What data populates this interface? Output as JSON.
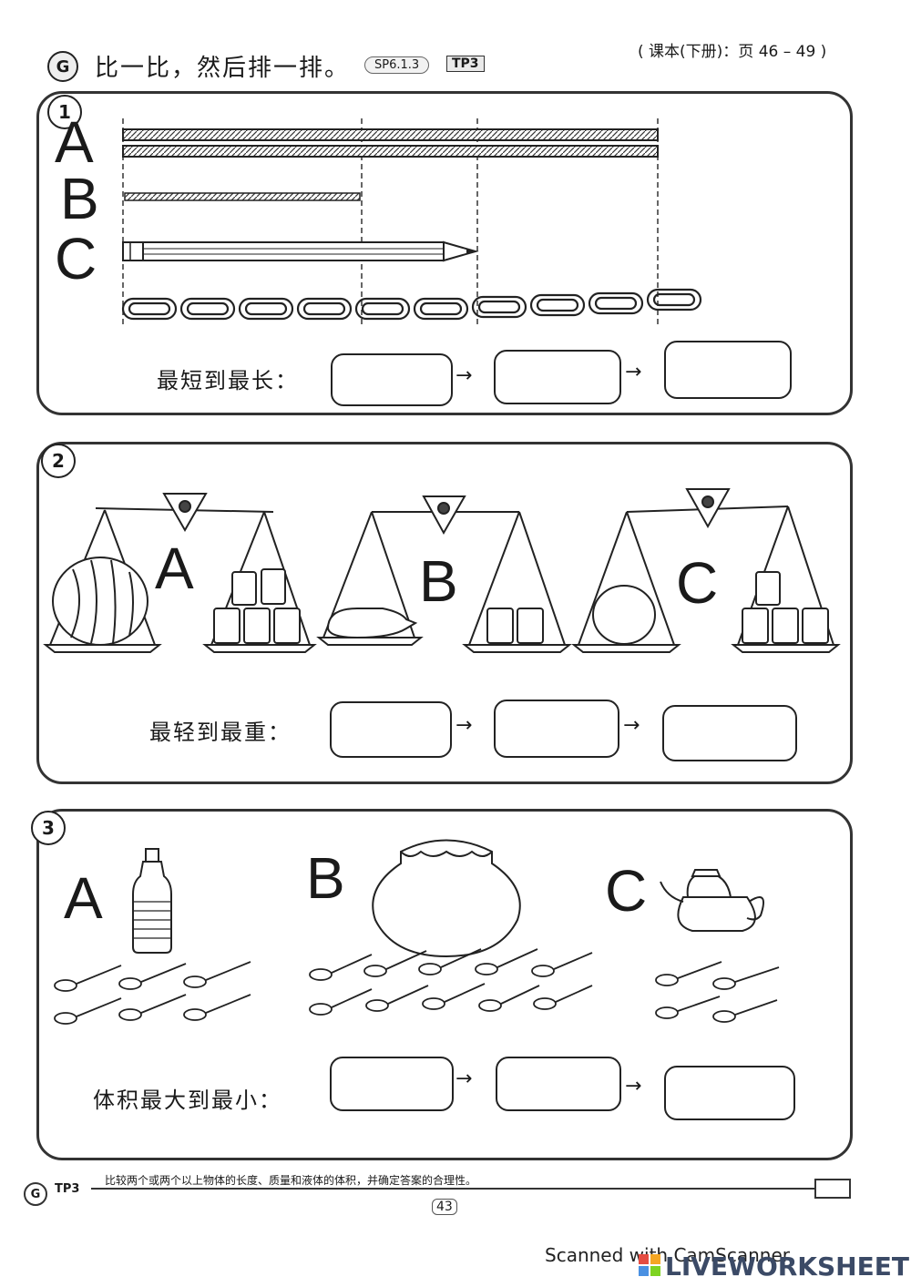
{
  "header": {
    "badge": "G",
    "title": "比一比，然后排一排。",
    "code": "SP6.1.3",
    "tp": "TP3",
    "reference": "( 课本(下册)：页 46 – 49 )"
  },
  "questions": [
    {
      "number": "1",
      "labels": [
        "A",
        "B",
        "C"
      ],
      "prompt": "最短到最长：",
      "answers": [
        "",
        "",
        ""
      ]
    },
    {
      "number": "2",
      "labels": [
        "A",
        "B",
        "C"
      ],
      "prompt": "最轻到最重：",
      "answers": [
        "",
        "",
        ""
      ]
    },
    {
      "number": "3",
      "labels": [
        "A",
        "B",
        "C"
      ],
      "prompt": "体积最大到最小：",
      "answers": [
        "",
        "",
        ""
      ]
    }
  ],
  "arrow": "→",
  "footer": {
    "badge": "G",
    "tp": "TP3",
    "text": "比较两个或两个以上物体的长度、质量和液体的体积，并确定答案的合理性。",
    "page": "43"
  },
  "scanner": "Scanned with CamScanner",
  "brand": "LIVEWORKSHEETS"
}
